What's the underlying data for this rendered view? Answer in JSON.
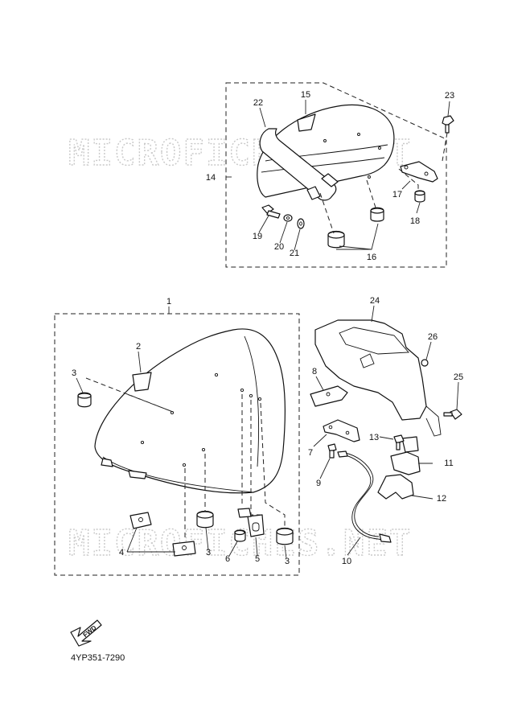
{
  "watermark": "MICROFICHES.NET",
  "diagram_code": "4YP351-7290",
  "fwd_label": "FWD",
  "callouts": {
    "c1": "1",
    "c2": "2",
    "c3a": "3",
    "c3b": "3",
    "c3c": "3",
    "c4": "4",
    "c5": "5",
    "c6": "6",
    "c7": "7",
    "c8": "8",
    "c9": "9",
    "c10": "10",
    "c11": "11",
    "c12": "12",
    "c13": "13",
    "c14": "14",
    "c15": "15",
    "c16": "16",
    "c17": "17",
    "c18": "18",
    "c19": "19",
    "c20": "20",
    "c21": "21",
    "c22": "22",
    "c23": "23",
    "c24": "24",
    "c25": "25",
    "c26": "26"
  }
}
